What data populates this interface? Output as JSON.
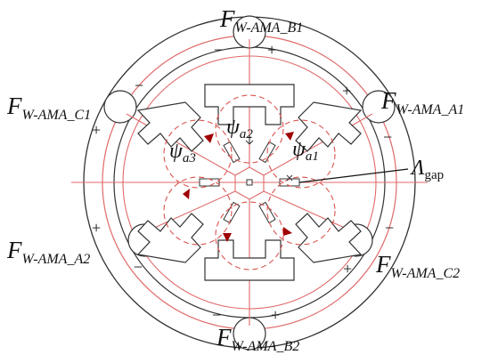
{
  "labels": {
    "fw_b1": {
      "main": "F",
      "sub": "W-AMA_B1"
    },
    "fw_a1": {
      "main": "F",
      "sub": "W-AMA_A1"
    },
    "fw_c1": {
      "main": "F",
      "sub": "W-AMA_C1"
    },
    "fw_a2": {
      "main": "F",
      "sub": "W-AMA_A2"
    },
    "fw_c2": {
      "main": "F",
      "sub": "W-AMA_C2"
    },
    "fw_b2": {
      "main": "F",
      "sub": "W-AMA_B2"
    },
    "psi_a1": {
      "main": "ψ",
      "sub": "a1"
    },
    "psi_a2": {
      "main": "ψ",
      "sub": "a2"
    },
    "psi_a3": {
      "main": "ψ",
      "sub": "a3"
    },
    "lambda_gap": {
      "main": "Λ",
      "sub": "gap"
    }
  },
  "signs": {
    "b1_left": "−",
    "b1_right": "+",
    "a1_top": "+",
    "a1_bottom": "−",
    "c1_top": "−",
    "c1_bottom": "+",
    "a2_top": "+",
    "a2_bottom": "−",
    "c2_top": "−",
    "c2_bottom": "+",
    "b2_left": "−",
    "b2_right": "+"
  },
  "colors": {
    "stator": "#333333",
    "rotor": "#e06a6a",
    "flux_path": "#d9534f",
    "flux_arrow": "#a00000",
    "text": "#111111"
  }
}
